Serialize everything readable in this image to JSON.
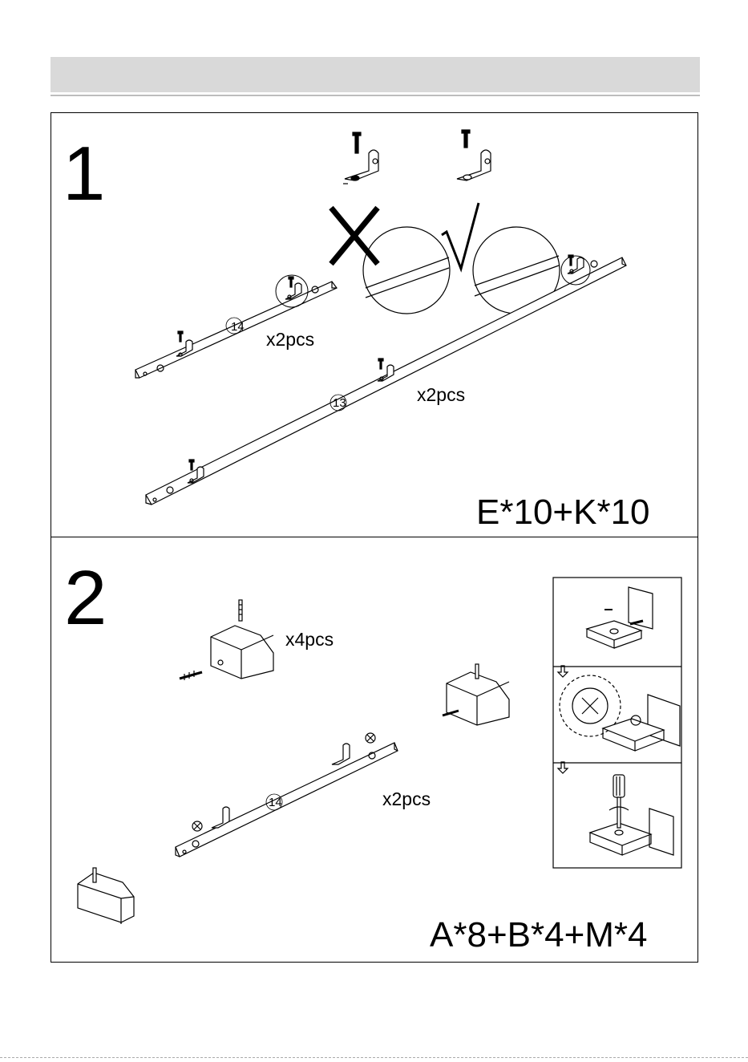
{
  "step1": {
    "number": "1",
    "rail_short_label": "14",
    "rail_long_label": "13",
    "qty_short": "x2pcs",
    "qty_long": "x2pcs",
    "parts": "E*10+K*10",
    "wrong_mark": "X",
    "right_mark": "√"
  },
  "step2": {
    "number": "2",
    "qty_leg": "x4pcs",
    "rail_label": "14",
    "qty_rail": "x2pcs",
    "parts": "A*8+B*4+M*4"
  },
  "icons": [
    "screw-icon",
    "bracket-icon",
    "cam-lock-icon",
    "screwdriver-icon",
    "arrow-down-icon"
  ]
}
